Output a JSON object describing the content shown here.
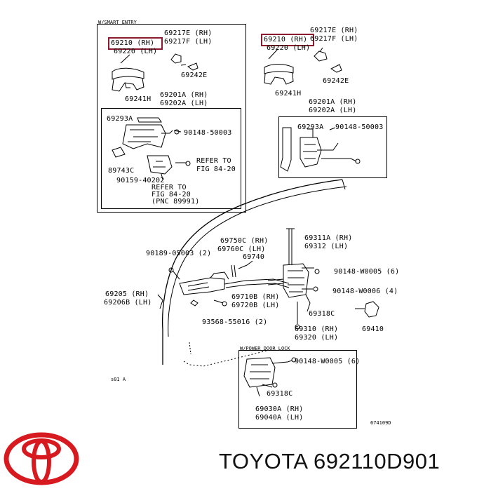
{
  "boxes": {
    "smart_entry_caption": "W/SMART ENTRY",
    "power_door_lock_caption": "W/POWER DOOR LOCK"
  },
  "left_box": {
    "p69210": "69210 (RH)",
    "p69220": "69220 (LH)",
    "p69217e": "69217E (RH)",
    "p69217f": "69217F (LH)",
    "p69242e": "69242E",
    "p69241h": "69241H",
    "p69201a": "69201A (RH)",
    "p69202a": "69202A (LH)",
    "p69293a": "69293A",
    "p90148": "90148-50003",
    "p89743c": "89743C",
    "refer1a": "REFER TO",
    "refer1b": "FIG 84-20",
    "p90159": "90159-40202",
    "refer2a": "REFER TO",
    "refer2b": "FIG 84-20",
    "refer2c": "(PNC 89991)"
  },
  "right_top": {
    "p69210": "69210 (RH)",
    "p69220": "69220 (LH)",
    "p69217e": "69217E (RH)",
    "p69217f": "69217F (LH)",
    "p69242e": "69242E",
    "p69241h": "69241H",
    "p69201a": "69201A (RH)",
    "p69202a": "69202A (LH)",
    "p69293a": "69293A",
    "p90148": "90148-50003"
  },
  "door": {
    "p90189": "90189-05003 (2)",
    "p69750c": "69750C (RH)",
    "p69760c": "69760C (LH)",
    "p69740": "69740",
    "p69311a": "69311A (RH)",
    "p69312": "69312 (LH)",
    "p90148a": "90148-W0005 (6)",
    "p90148b": "90148-W0006 (4)",
    "p69205": "69205 (RH)",
    "p69206b": "69206B (LH)",
    "p69710b": "69710B (RH)",
    "p69720b": "69720B (LH)",
    "p69318c": "69318C",
    "p69410": "69410",
    "p93568": "93568-55016 (2)",
    "p69310": "69310 (RH)",
    "p69320": "69320 (LH)",
    "p90148c": "90148-W0005 (6)",
    "p69318c2": "69318C",
    "p69030a": "69030A (RH)",
    "p69040a": "69040A (LH)",
    "small_mark": "s01 A",
    "fig_code": "674109D"
  },
  "footer": {
    "brand": "TOYOTA",
    "part_number": "692110D901"
  },
  "colors": {
    "highlight": "#8b1a2e",
    "logo_red": "#d71920",
    "line": "#000000"
  }
}
